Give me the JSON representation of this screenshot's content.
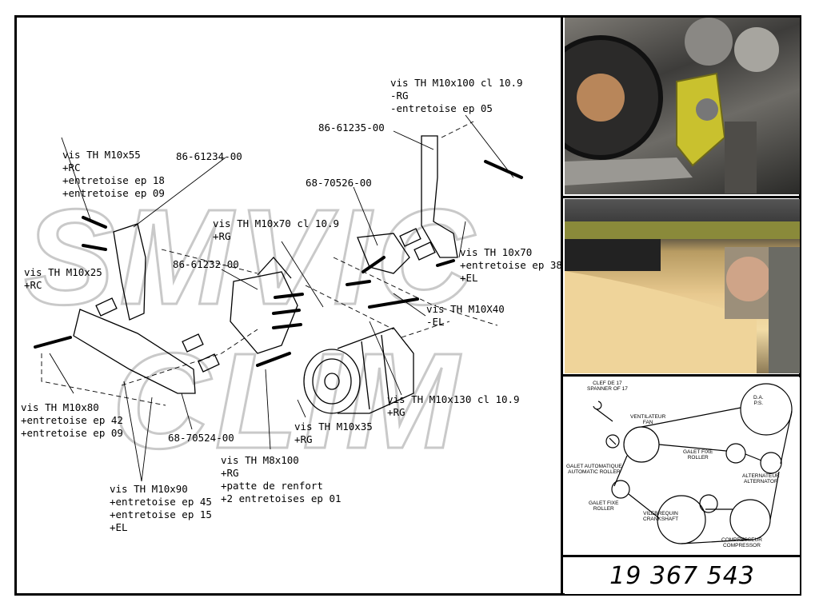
{
  "part_number": "19 367 543",
  "watermark": "SMVIC CLIM",
  "callouts": {
    "c1": [
      "vis TH M10x100 cl 10.9",
      "-RG",
      "-entretoise ep 05"
    ],
    "c2": [
      "86-61235-00"
    ],
    "c3": [
      "vis TH M10x55",
      "+RC",
      "+entretoise ep 18",
      "+entretoise ep 09"
    ],
    "c4": [
      "86-61234-00"
    ],
    "c5": [
      "68-70526-00"
    ],
    "c6": [
      "vis TH M10x70 cl 10.9",
      "+RG"
    ],
    "c7": [
      "vis TH M10x25",
      "+RC"
    ],
    "c8": [
      "86-61232-00"
    ],
    "c9": [
      "vis TH 10x70",
      "+entretoise ep 38",
      "+EL"
    ],
    "c10": [
      "vis TH M10X40",
      "-EL"
    ],
    "c11": [
      "vis TH M10x80",
      "+entretoise ep 42",
      "+entretoise ep 09"
    ],
    "c12": [
      "vis TH M10x130 cl 10.9",
      "+RG"
    ],
    "c13": [
      "vis TH M10x35",
      "+RG"
    ],
    "c14": [
      "68-70524-00"
    ],
    "c15": [
      "vis TH M8x100",
      "+RG",
      "+patte de renfort",
      "+2 entretoises ep 01"
    ],
    "c16": [
      "vis TH M10x90",
      "+entretoise ep 45",
      "+entretoise ep 15",
      "+EL"
    ]
  },
  "belt_labels": {
    "spanner": "CLEF DE 17\nSPANNER OF 17",
    "fan": "VENTILATEUR\nFAN",
    "ps": "D.A.\nP.S.",
    "idler_top": "GALET FIXE\nROLLER",
    "auto_roller": "GALET AUTOMATIQUE\nAUTOMATIC ROLLER",
    "alternator": "ALTERNATEUR\nALTERNATOR",
    "idler_bottom": "GALET FIXE\nROLLER",
    "crankshaft": "VILEBREQUIN\nCRANKSHAFT",
    "compressor": "COMPRESSEUR\nCOMPRESSOR"
  }
}
